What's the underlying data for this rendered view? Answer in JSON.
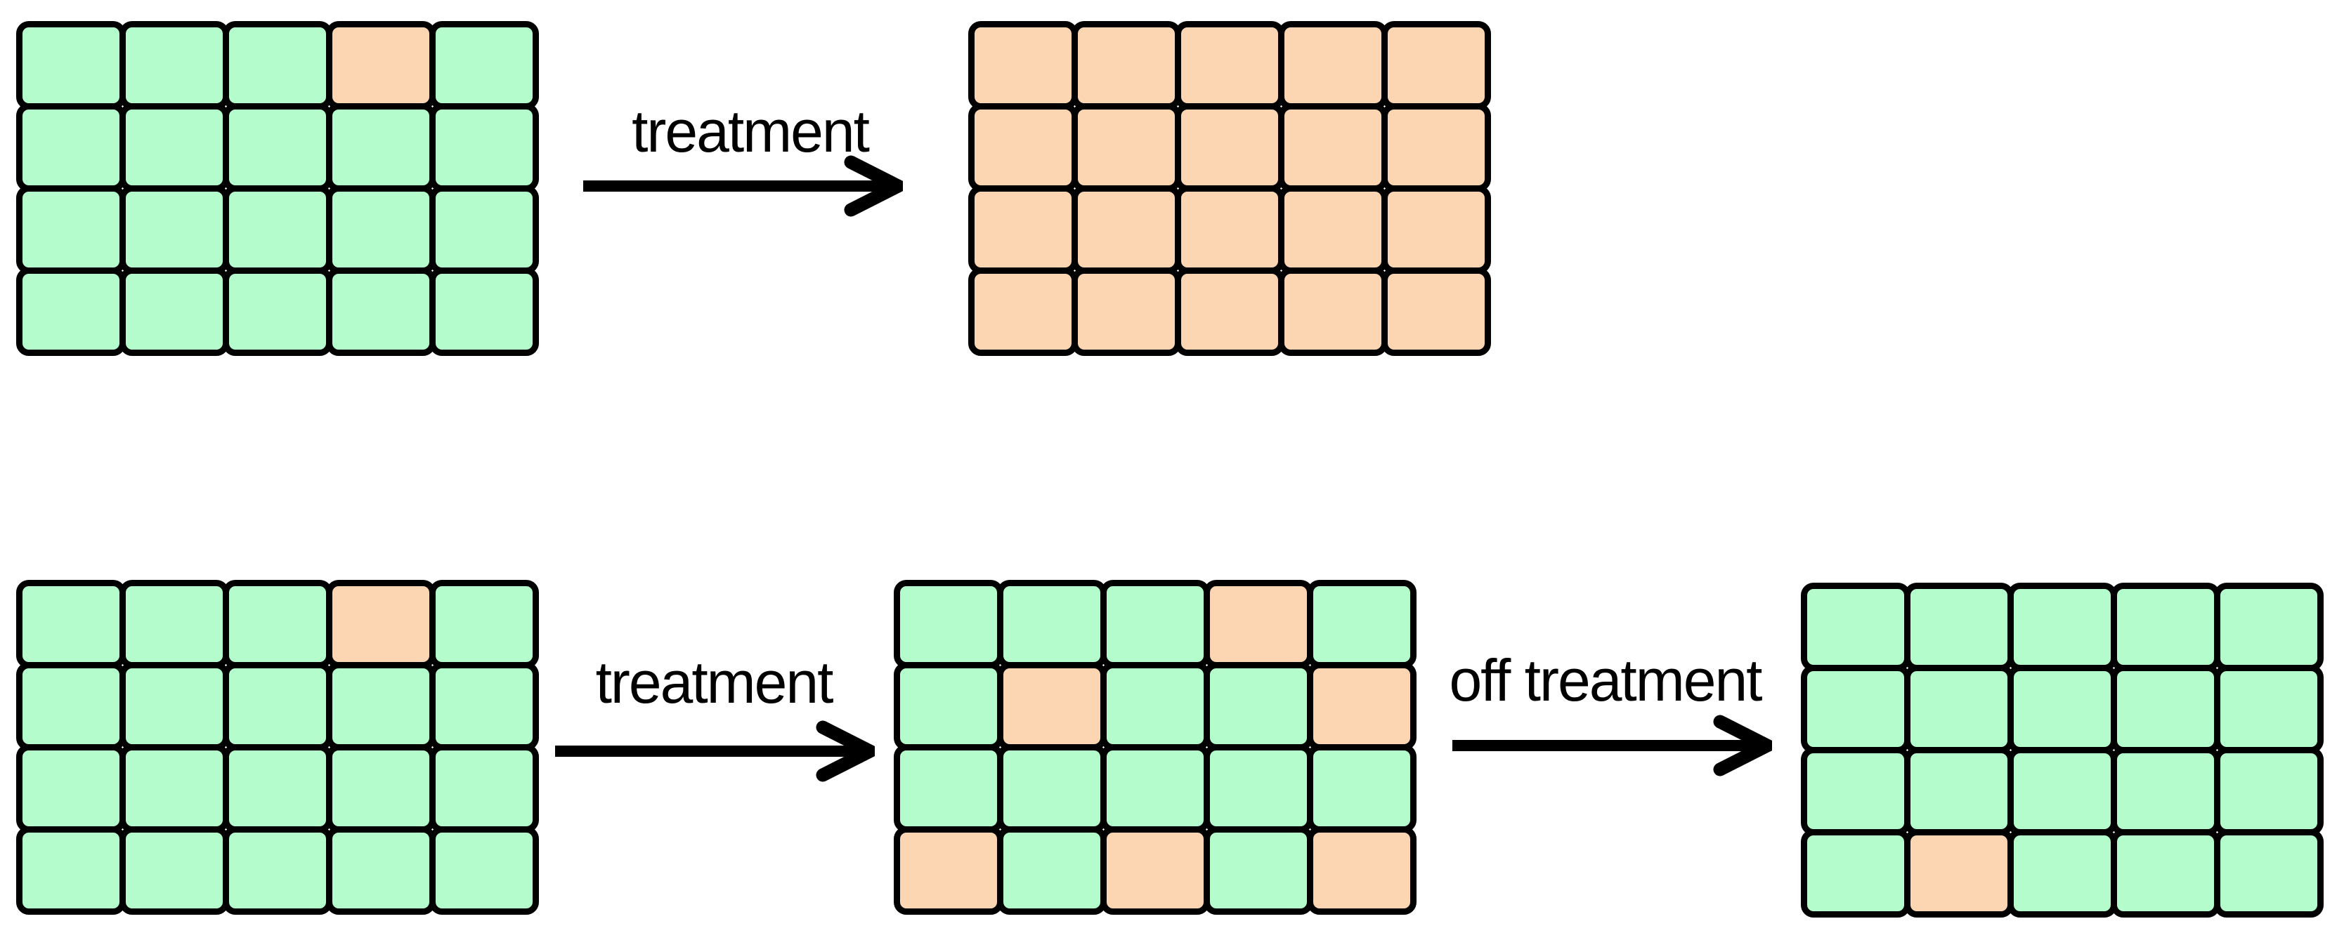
{
  "diagram": {
    "background": "#ffffff",
    "colors": {
      "sensitive_cell": "#b5fccd",
      "resistant_cell": "#fcd5b2",
      "outline": "#000000",
      "arrow": "#000000",
      "label_text": "#000000"
    },
    "cell_codes": {
      "g": "sensitive",
      "o": "resistant"
    },
    "top_sequence": {
      "initial_grid": {
        "rows": [
          "gggog",
          "ggggg",
          "ggggg",
          "ggggg"
        ]
      },
      "arrow": {
        "label": "treatment"
      },
      "result_grid": {
        "rows": [
          "ooooo",
          "ooooo",
          "ooooo",
          "ooooo"
        ]
      }
    },
    "bottom_sequence": {
      "initial_grid": {
        "rows": [
          "gggog",
          "ggggg",
          "ggggg",
          "ggggg"
        ]
      },
      "arrow1": {
        "label": "treatment"
      },
      "mid_grid": {
        "rows": [
          "gggog",
          "goggo",
          "ggggg",
          "ogogo"
        ]
      },
      "arrow2": {
        "label": "off treatment"
      },
      "result_grid": {
        "rows": [
          "ggggg",
          "ggggg",
          "ggggg",
          "goggg"
        ]
      }
    }
  }
}
